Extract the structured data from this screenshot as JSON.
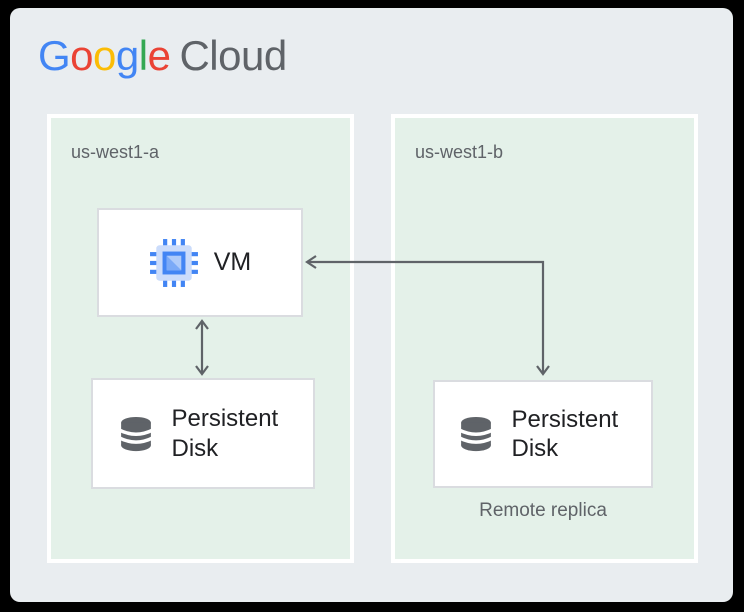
{
  "page": {
    "background": "#000000",
    "card_background": "#e9edf0"
  },
  "logo": {
    "name": "Google Cloud",
    "brand_letters": [
      {
        "ch": "G",
        "color": "#4285F4"
      },
      {
        "ch": "o",
        "color": "#EA4335"
      },
      {
        "ch": "o",
        "color": "#FBBC05"
      },
      {
        "ch": "g",
        "color": "#4285F4"
      },
      {
        "ch": "l",
        "color": "#34A853"
      },
      {
        "ch": "e",
        "color": "#EA4335"
      }
    ],
    "suffix": "Cloud",
    "suffix_color": "#5F6368"
  },
  "zones": [
    {
      "label": "us-west1-a"
    },
    {
      "label": "us-west1-b"
    }
  ],
  "nodes": {
    "vm": {
      "label": "VM",
      "icon": "compute-engine-icon",
      "zone": "us-west1-a"
    },
    "disk_primary": {
      "label": "Persistent Disk",
      "icon": "database-icon",
      "zone": "us-west1-a"
    },
    "disk_replica": {
      "label": "Persistent Disk",
      "icon": "database-icon",
      "zone": "us-west1-b",
      "caption": "Remote replica"
    }
  },
  "edges": [
    {
      "between": [
        "vm",
        "disk_primary"
      ],
      "style": "straight-vertical",
      "arrowheads": [
        "into-vm",
        "into-disk_primary"
      ]
    },
    {
      "between": [
        "vm",
        "disk_replica"
      ],
      "style": "elbow",
      "arrowheads": [
        "into-vm",
        "into-disk_replica"
      ]
    }
  ],
  "colors": {
    "page_bg": "#000000",
    "card_bg": "#e9edf0",
    "zone_fill": "#e4f1e9",
    "zone_border": "#ffffff",
    "node_bg": "#ffffff",
    "node_border": "#dadce0",
    "arrow": "#5f6368",
    "zone_label": "#5f6368",
    "node_label": "#202124",
    "caption": "#5f6368",
    "logo_suffix": "#5F6368",
    "chip_pin": "#4285f4",
    "chip_body": "#cbdcfb",
    "chip_core": "#4285f4",
    "chip_square": "#aecbfa",
    "chip_triangle": "#7baaf7",
    "disk_icon": "#5f6368"
  }
}
